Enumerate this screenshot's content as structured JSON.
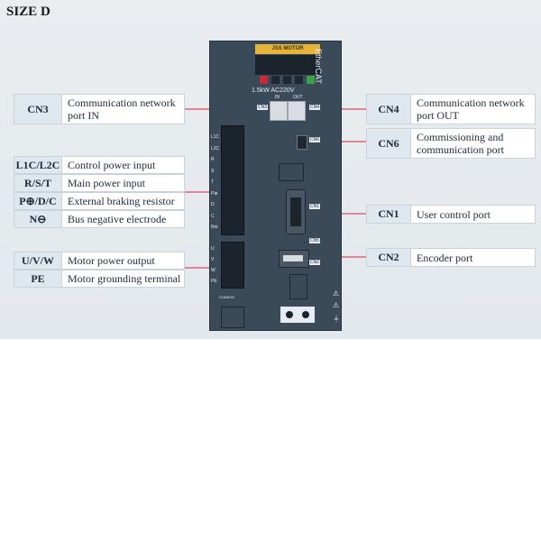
{
  "title": "SIZE D",
  "device": {
    "brand_label": "JSS MOTOR",
    "rating": "1.5kW AC220V",
    "port_in": "IN",
    "port_out": "OUT",
    "side_label": "EtherCAT",
    "left_terminals_top": [
      "L1C",
      "L2C",
      "R",
      "S",
      "T",
      "P⊕",
      "D",
      "C",
      "N⊖"
    ],
    "left_terminals_bottom": [
      "U",
      "V",
      "W",
      "PE"
    ],
    "charge_label": "CHARGE",
    "small_tags": [
      "CN3",
      "CN4",
      "CN6",
      "CN1",
      "CN2",
      "CN5"
    ]
  },
  "callouts_left": [
    {
      "code": "CN3",
      "text": "Communication network port IN"
    }
  ],
  "power_group": [
    {
      "code": "L1C/L2C",
      "text": "Control power input"
    },
    {
      "code": "R/S/T",
      "text": "Main power input"
    },
    {
      "code": "P⊕/D/C",
      "text": "External braking resistor"
    },
    {
      "code": "N⊖",
      "text": "Bus negative electrode"
    }
  ],
  "motor_group": [
    {
      "code": "U/V/W",
      "text": "Motor power output"
    },
    {
      "code": "PE",
      "text": "Motor grounding terminal"
    }
  ],
  "callouts_right": [
    {
      "code": "CN4",
      "text": "Communication network port OUT"
    },
    {
      "code": "CN6",
      "text": "Commissioning and communication port"
    },
    {
      "code": "CN1",
      "text": "User control port"
    },
    {
      "code": "CN2",
      "text": "Encoder port"
    }
  ],
  "colors": {
    "line": "#d7233c",
    "box_code_bg": "#dfe7ef",
    "device": "#3b4a58"
  }
}
